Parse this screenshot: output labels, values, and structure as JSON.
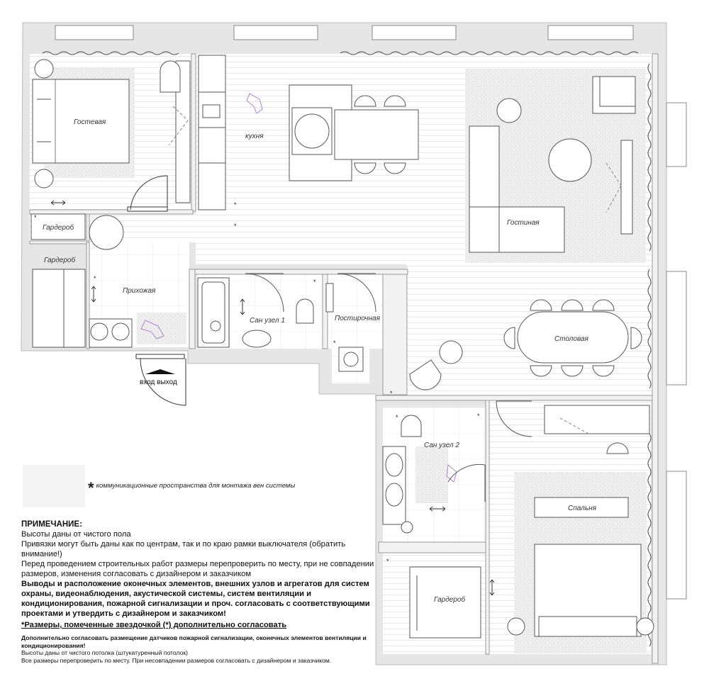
{
  "rooms": {
    "guest": "Гостевая",
    "kitchen": "кухня",
    "living": "Гостиная",
    "wardrobe_small": "Гардероб",
    "wardrobe_hall": "Гардероб",
    "hall": "Прихожая",
    "bath1": "Сан узел 1",
    "laundry": "Постирочная",
    "dining": "Столовая",
    "bath2": "Сан узел 2",
    "bedroom": "Спальня",
    "wardrobe_bedroom": "Гардероб"
  },
  "entry_label": "вход выход",
  "legend": {
    "symbol": "*",
    "text": "коммуникационные пространства для монтажа вен системы"
  },
  "notes": {
    "title": "ПРИМЕЧАНИЕ:",
    "line1": "Высоты даны от чистого пола",
    "line2": "Привязки могут быть даны как по центрам, так и по краю рамки выключателя (обратить внимание!)",
    "line3": "Перед проведением строительных работ размеры перепроверить по месту, при не совпадении размеров, изменения согласовать с дизайнером и заказчиком",
    "bold1": "Выводы и расположение оконечных элементов, внешних узлов и агрегатов для систем охраны, видеонаблюдения, акустической системы, систем вентиляции и кондиционирования, пожарной сигнализации и проч. согласовать с соответствующими проектами и утвердить с дизайнером и заказчиком!",
    "starred": "*Размеры, помеченные звездочкой (*) дополнительно согласовать",
    "tiny1": "Дополнительно согласовать размещение датчиков пожарной сигнализации, оконечных элементов вентиляции и кондиционирования!",
    "tiny2": "Высоты даны от чистого потолка (штукатуренный потолок)",
    "tiny3": "Все размеры перепроверить по месту. При несовпадении размеров согласовать с дизайнером и заказчиком."
  },
  "stars": [
    "*",
    "*",
    "*",
    "*",
    "*",
    "*",
    "*",
    "*",
    "*",
    "*"
  ]
}
